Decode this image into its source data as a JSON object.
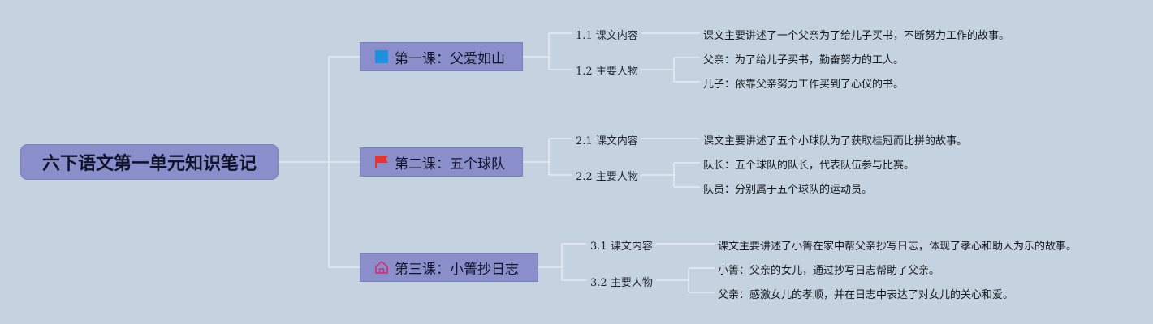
{
  "root": {
    "title": "六下语文第一单元知识笔记"
  },
  "lessons": [
    {
      "label": "第一课：父爱如山",
      "icon": "blue-flag-icon",
      "topics": [
        {
          "num": "1.1",
          "label": "课文内容",
          "details": [
            "课文主要讲述了一个父亲为了给儿子买书，不断努力工作的故事。"
          ]
        },
        {
          "num": "1.2",
          "label": "主要人物",
          "details": [
            "父亲：为了给儿子买书，勤奋努力的工人。",
            "儿子：依靠父亲努力工作买到了心仪的书。"
          ]
        }
      ]
    },
    {
      "label": "第二课：五个球队",
      "icon": "red-flag-icon",
      "topics": [
        {
          "num": "2.1",
          "label": "课文内容",
          "details": [
            "课文主要讲述了五个小球队为了获取桂冠而比拼的故事。"
          ]
        },
        {
          "num": "2.2",
          "label": "主要人物",
          "details": [
            "队长：五个球队的队长，代表队伍参与比赛。",
            "队员：分别属于五个球队的运动员。"
          ]
        }
      ]
    },
    {
      "label": "第三课：小箐抄日志",
      "icon": "home-icon",
      "topics": [
        {
          "num": "3.1",
          "label": "课文内容",
          "details": [
            "课文主要讲述了小箐在家中帮父亲抄写日志，体现了孝心和助人为乐的故事。"
          ]
        },
        {
          "num": "3.2",
          "label": "主要人物",
          "details": [
            "小箐：父亲的女儿，通过抄写日志帮助了父亲。",
            "父亲：感激女儿的孝顺，并在日志中表达了对女儿的关心和爱。"
          ]
        }
      ]
    }
  ],
  "colors": {
    "background": "#c5d3e0",
    "node_fill": "#8a8fcb",
    "connector": "#dde5ee",
    "blue_flag": "#1f8fe0",
    "red_flag": "#e8332e",
    "home_icon": "#d0317a"
  }
}
